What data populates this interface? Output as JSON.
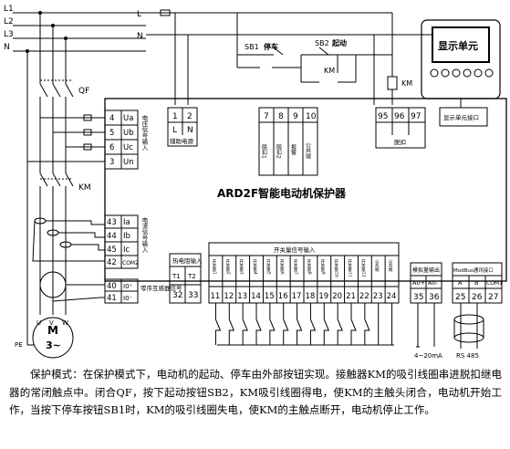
{
  "lines": {
    "l1": "L1",
    "l2": "L2",
    "l3": "L3",
    "n": "N",
    "l": "L",
    "n2": "N"
  },
  "breaker": "QF",
  "contactor": "KM",
  "switches": {
    "stop_id": "SB1",
    "stop_label": "停车",
    "start_id": "SB2",
    "start_label": "起动",
    "coil": "KM",
    "aux": "KM"
  },
  "display": {
    "title": "显示单元",
    "terminal_label": "显示单元接口"
  },
  "device_title": "ARD2F智能电动机保护器",
  "voltage_block": {
    "terminals": [
      {
        "num": "4",
        "name": "Ua"
      },
      {
        "num": "5",
        "name": "Ub"
      },
      {
        "num": "6",
        "name": "Uc"
      },
      {
        "num": "3",
        "name": "Un"
      }
    ],
    "label": "电压信号输入"
  },
  "current_block": {
    "terminals": [
      {
        "num": "43",
        "name": "Ia"
      },
      {
        "num": "44",
        "name": "Ib"
      },
      {
        "num": "45",
        "name": "Ic"
      },
      {
        "num": "42",
        "name": "COM2"
      }
    ],
    "label": "电流信号输入"
  },
  "zero_block": {
    "terminals": [
      {
        "num": "40",
        "name": "I0⁺"
      },
      {
        "num": "41",
        "name": "I0⁻"
      }
    ],
    "label": "零序互感器信号"
  },
  "aux_power": {
    "terminals": [
      "1",
      "2"
    ],
    "names": [
      "L",
      "N"
    ],
    "label": "辅助电源"
  },
  "relay1": {
    "terminals": [
      "7",
      "8",
      "9",
      "10"
    ],
    "labels": [
      "脱扣1",
      "脱扣2",
      "报警",
      "公共端"
    ]
  },
  "relay2": {
    "terminals": [
      "95",
      "96",
      "97"
    ],
    "label": "脱扣"
  },
  "thermal": {
    "label": "热电阻输入",
    "names": [
      "T1",
      "T2"
    ],
    "terminals": [
      "32",
      "33"
    ]
  },
  "di": {
    "label": "开关量信号输入",
    "names": [
      "开关量1",
      "开关量2",
      "开关量3",
      "开关量4",
      "开关量5",
      "开关量6",
      "开关量7",
      "开关量8",
      "开关量9",
      "开关量10",
      "开关量11",
      "开关量12",
      "公共端",
      "公共端"
    ],
    "terminals": [
      "11",
      "12",
      "13",
      "14",
      "15",
      "16",
      "17",
      "18",
      "19",
      "20",
      "21",
      "22",
      "23",
      "24"
    ]
  },
  "analog": {
    "label": "模拟量输出",
    "names": [
      "A0+",
      "A0-"
    ],
    "terminals": [
      "35",
      "36"
    ],
    "note": "4~20mA"
  },
  "modbus": {
    "label": "ModBus通讯接口",
    "names": [
      "A",
      "B",
      "COM1"
    ],
    "terminals": [
      "25",
      "26",
      "27"
    ],
    "note": "RS 485"
  },
  "motor": {
    "name": "M",
    "phase": "3~",
    "pe": "PE",
    "t_u": "U",
    "t_v": "V",
    "t_w": "W"
  },
  "caption": "保护模式：在保护模式下，电动机的起动、停车由外部按钮实现。接触器KM的吸引线圈串进脱扣继电器的常闭触点中。闭合QF，按下起动按钮SB2，KM吸引线圈得电，使KM的主触头闭合，电动机开始工作，当按下停车按钮SB1时，KM的吸引线圈失电，使KM的主触点断开，电动机停止工作。"
}
